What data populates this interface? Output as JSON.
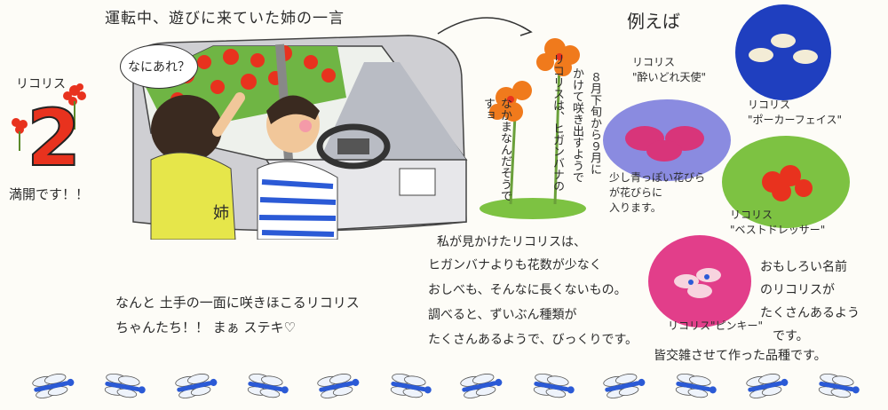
{
  "header": {
    "caption": "運転中、遊びに来ていた姉の一言",
    "speech": "なにあれ？"
  },
  "left_badge": {
    "label": "リコリス",
    "number": "2",
    "status": "満開です！！"
  },
  "car_scene": {
    "sister_label": "姉"
  },
  "bottom_caption": {
    "line1": "なんと 土手の一面に咲きほこるリコリス",
    "line2": "ちゃんたち！！ まぁ ステキ♡"
  },
  "vertical_notes": {
    "col1": "８月下旬から９月に",
    "col2": "かけて咲き出すようで",
    "col3": "リコリスは、ヒガンバナの",
    "col4": "なかまなんだそうですョ"
  },
  "middle_text": {
    "line1": "私が見かけたリコリスは、",
    "line2": "ヒガンバナよりも花数が少なく",
    "line3": "おしべも、そんなに長くないもの。",
    "line4": "調べると、ずいぶん種類が",
    "line5": "たくさんあるようで、びっくりです。"
  },
  "examples": {
    "heading": "例えば",
    "items": [
      {
        "name": "リコリス\n\"酔いどれ天使\"",
        "note": "少し青っぽい花びら\nが花びらに\n入ります。"
      },
      {
        "name": "リコリス\n\"ポーカーフェイス\"",
        "note": ""
      },
      {
        "name": "リコリス\n\"ベストドレッサー\"",
        "note": ""
      },
      {
        "name": "リコリス\"ピンキー\"",
        "note": ""
      }
    ],
    "closing": {
      "line1": "おもしろい名前",
      "line2": "のリコリスが",
      "line3": "たくさんあるよう",
      "line4": "です。",
      "line5": "皆交雑させて作った品種です。"
    }
  },
  "colors": {
    "red_flower": "#e8321e",
    "orange_flower": "#f07a1c",
    "pink_flower": "#d8357a",
    "blue_bg": "#1f3fbf",
    "green_bg": "#7dc242",
    "violet_bg": "#8a8be0",
    "magenta_bg": "#e23e8a",
    "dragonfly_blue": "#2b5ad6"
  },
  "dragonflies": [
    "dragonfly-icon",
    "dragonfly-icon",
    "dragonfly-icon",
    "dragonfly-icon",
    "dragonfly-icon",
    "dragonfly-icon",
    "dragonfly-icon",
    "dragonfly-icon",
    "dragonfly-icon",
    "dragonfly-icon",
    "dragonfly-icon",
    "dragonfly-icon"
  ]
}
